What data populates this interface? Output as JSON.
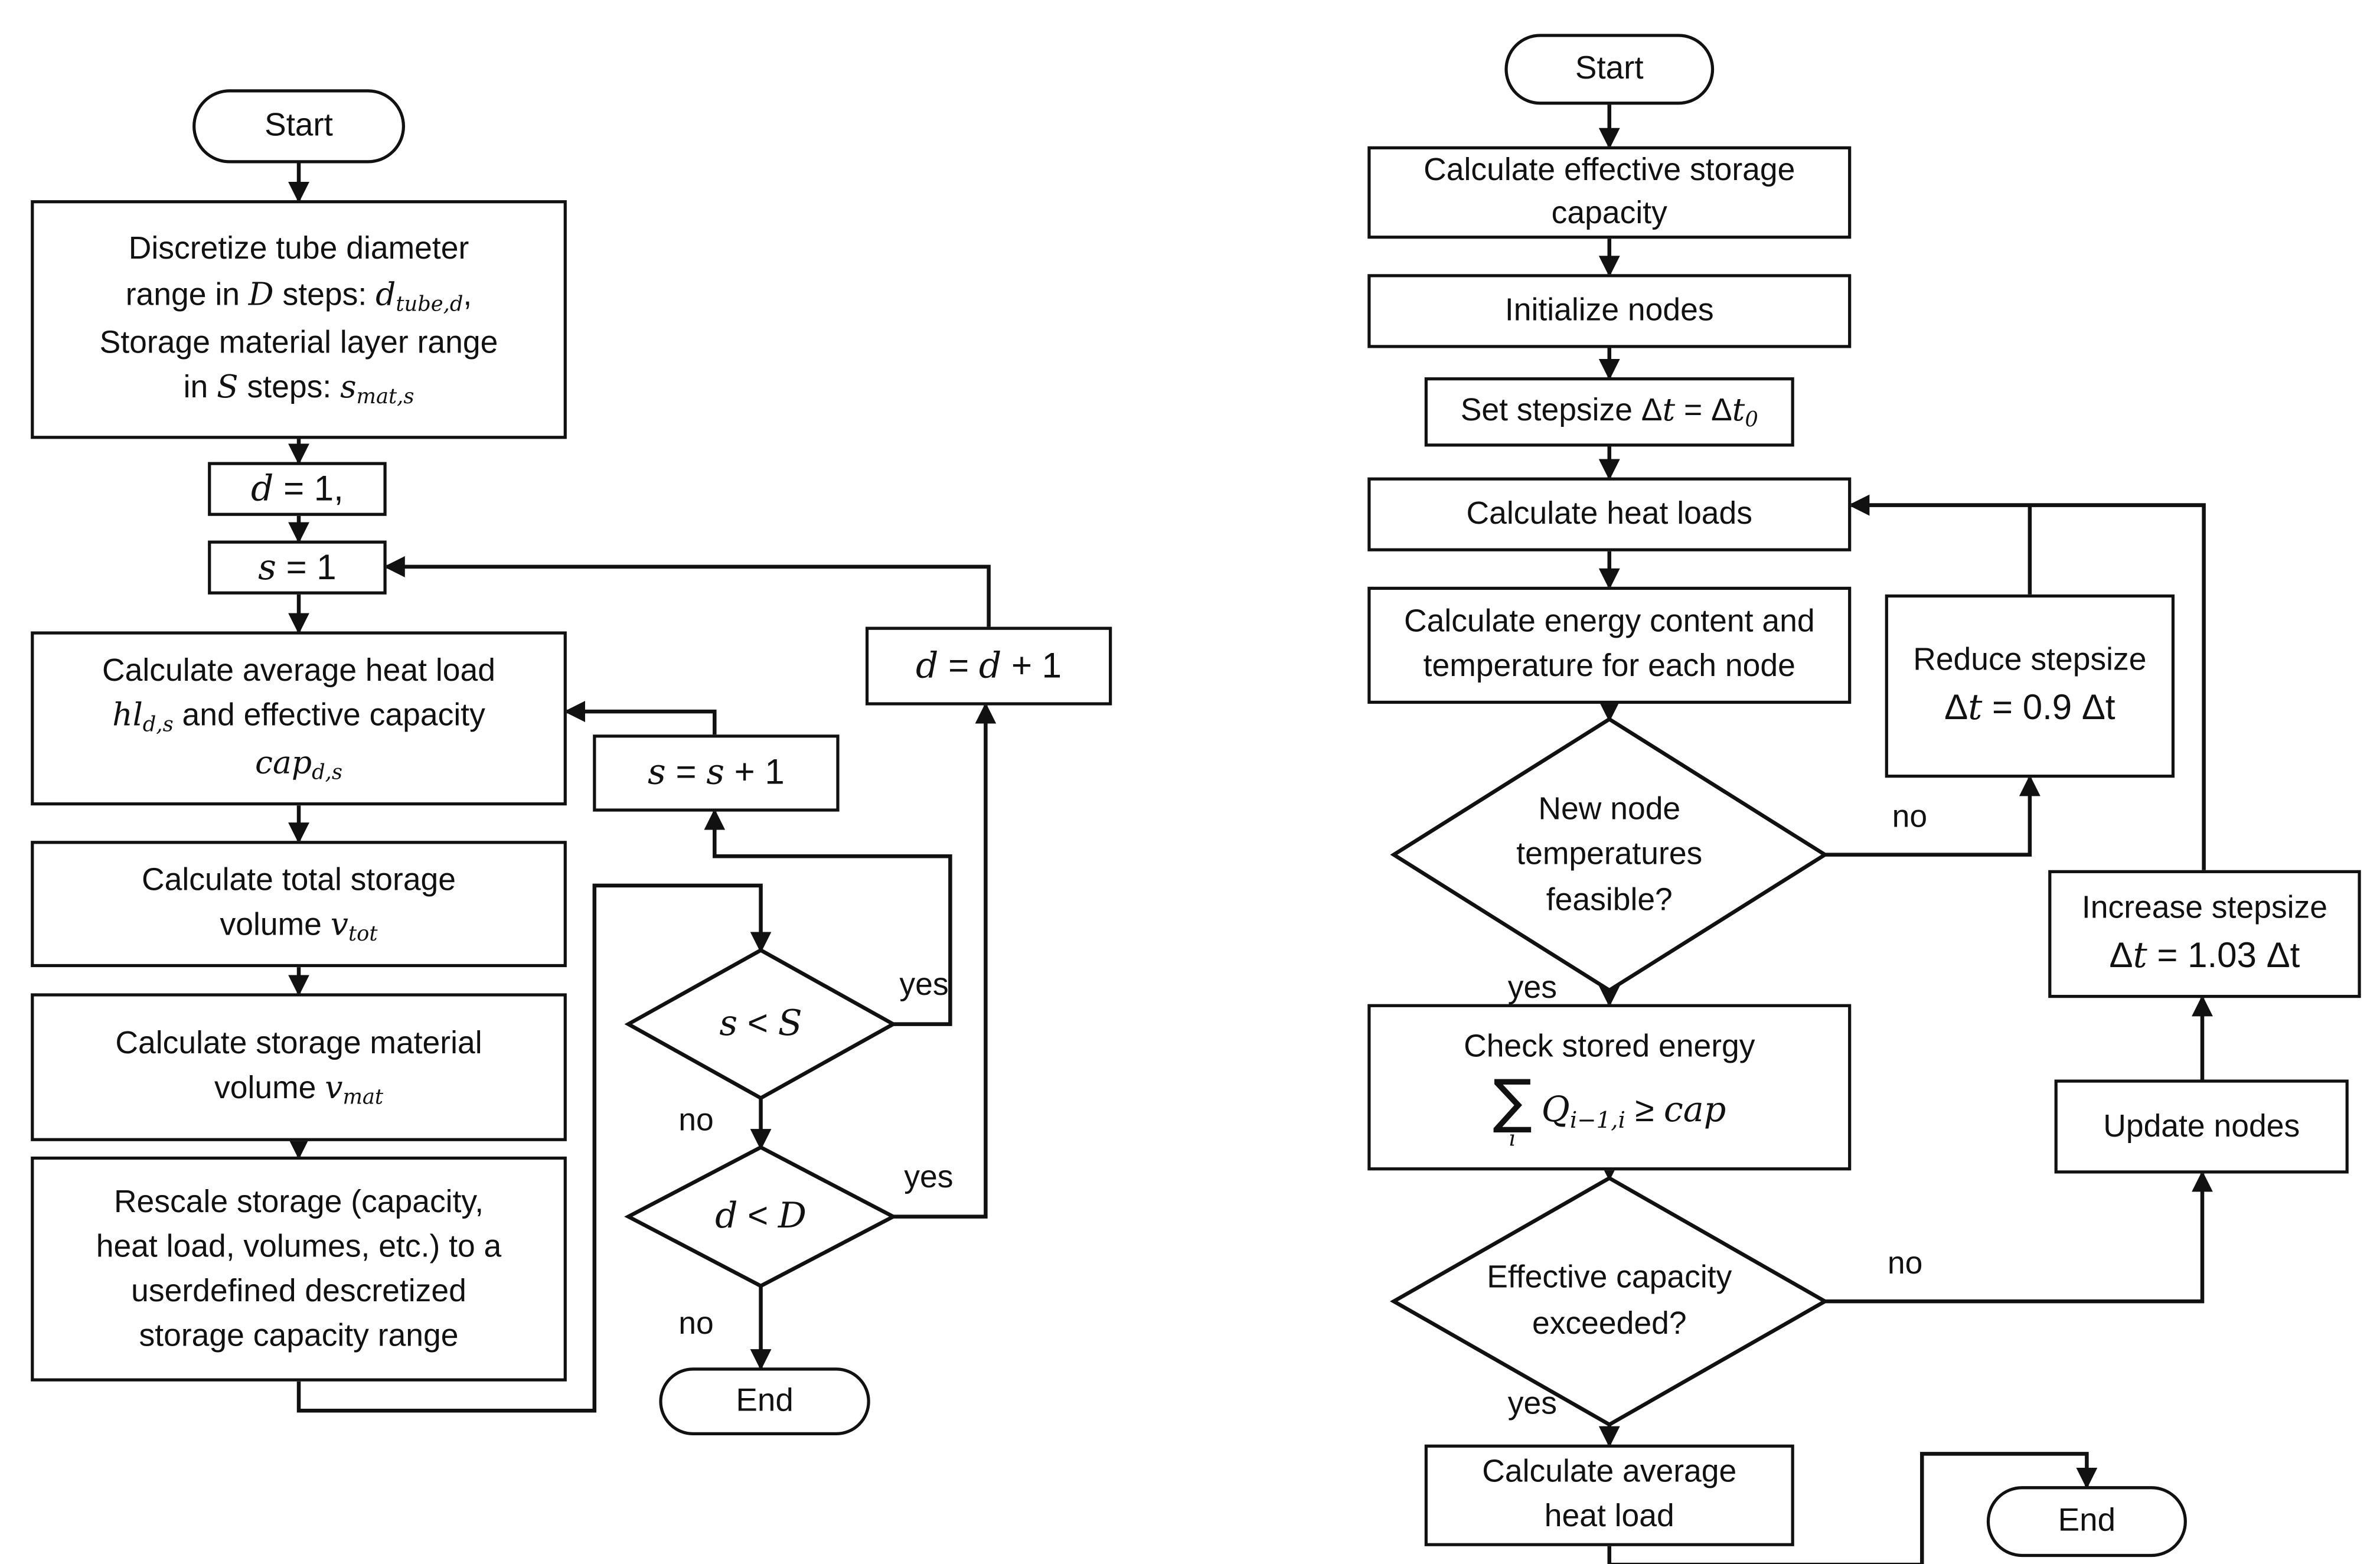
{
  "left": {
    "start": "Start",
    "end": "End",
    "box_discretize": {
      "lines": [
        [
          {
            "t": "Discretize tube diameter"
          }
        ],
        [
          {
            "t": "range in "
          },
          {
            "t": "D",
            "s": "i"
          },
          {
            "t": " steps: "
          },
          {
            "t": "d",
            "s": "i"
          },
          {
            "t": "tube,d",
            "s": "sub"
          },
          {
            "t": ","
          }
        ],
        [
          {
            "t": "Storage material layer range"
          }
        ],
        [
          {
            "t": "in "
          },
          {
            "t": "S",
            "s": "i"
          },
          {
            "t": " steps: "
          },
          {
            "t": "s",
            "s": "i"
          },
          {
            "t": "mat,s",
            "s": "sub"
          }
        ]
      ]
    },
    "box_d_init": [
      [
        {
          "t": "d",
          "s": "i"
        },
        {
          "t": " = 1,"
        }
      ]
    ],
    "box_s_init": [
      [
        {
          "t": "s",
          "s": "i"
        },
        {
          "t": " = 1"
        }
      ]
    ],
    "box_calc_avg": {
      "lines": [
        [
          {
            "t": "Calculate average heat load"
          }
        ],
        [
          {
            "t": "hl",
            "s": "i"
          },
          {
            "t": "d,s",
            "s": "sub"
          },
          {
            "t": " and effective capacity"
          }
        ],
        [
          {
            "t": "cap",
            "s": "i"
          },
          {
            "t": "d,s",
            "s": "sub"
          }
        ]
      ]
    },
    "box_calc_tot": {
      "lines": [
        [
          {
            "t": "Calculate total storage"
          }
        ],
        [
          {
            "t": "volume "
          },
          {
            "t": "v",
            "s": "i"
          },
          {
            "t": "tot",
            "s": "sub"
          }
        ]
      ]
    },
    "box_calc_mat": {
      "lines": [
        [
          {
            "t": "Calculate storage material"
          }
        ],
        [
          {
            "t": "volume "
          },
          {
            "t": "v",
            "s": "i"
          },
          {
            "t": "mat",
            "s": "sub"
          }
        ]
      ]
    },
    "box_rescale": {
      "lines": [
        [
          {
            "t": "Rescale storage (capacity,"
          }
        ],
        [
          {
            "t": "heat load, volumes, etc.) to a"
          }
        ],
        [
          {
            "t": "userdefined descretized"
          }
        ],
        [
          {
            "t": "storage  capacity range"
          }
        ]
      ]
    },
    "box_s_plus": [
      [
        {
          "t": "s",
          "s": "i"
        },
        {
          "t": " = "
        },
        {
          "t": "s",
          "s": "i"
        },
        {
          "t": " + 1"
        }
      ]
    ],
    "box_d_plus": [
      [
        {
          "t": "d",
          "s": "i"
        },
        {
          "t": " = "
        },
        {
          "t": "d",
          "s": "i"
        },
        {
          "t": " + 1"
        }
      ]
    ],
    "dec_s": [
      [
        {
          "t": "s",
          "s": "i"
        },
        {
          "t": " < "
        },
        {
          "t": "S",
          "s": "i"
        }
      ]
    ],
    "dec_d": [
      [
        {
          "t": "d",
          "s": "i"
        },
        {
          "t": " < "
        },
        {
          "t": "D",
          "s": "i"
        }
      ]
    ],
    "labels": {
      "s_yes": "yes",
      "s_no": "no",
      "d_yes": "yes",
      "d_no": "no"
    }
  },
  "right": {
    "start": "Start",
    "end": "End",
    "box_capacity": {
      "lines": [
        [
          {
            "t": "Calculate effective storage"
          }
        ],
        [
          {
            "t": "capacity"
          }
        ]
      ]
    },
    "box_init": {
      "lines": [
        [
          {
            "t": "Initialize nodes"
          }
        ]
      ]
    },
    "box_stepsize": {
      "lines": [
        [
          {
            "t": "Set stepsize Δ"
          },
          {
            "t": "t",
            "s": "i"
          },
          {
            "t": " = Δ"
          },
          {
            "t": "t",
            "s": "i"
          },
          {
            "t": "0",
            "s": "sub"
          }
        ]
      ]
    },
    "box_heat": {
      "lines": [
        [
          {
            "t": "Calculate heat loads"
          }
        ]
      ]
    },
    "box_energy": {
      "lines": [
        [
          {
            "t": "Calculate energy content and"
          }
        ],
        [
          {
            "t": "temperature for each node"
          }
        ]
      ]
    },
    "dec_feasible": {
      "lines": [
        [
          {
            "t": "New node"
          }
        ],
        [
          {
            "t": "temperatures"
          }
        ],
        [
          {
            "t": "feasible?"
          }
        ]
      ]
    },
    "box_reduce": {
      "lines": [
        [
          {
            "t": "Reduce stepsize"
          }
        ],
        [
          {
            "t": "Δ"
          },
          {
            "t": "t",
            "s": "i"
          },
          {
            "t": " = 0.9 Δt"
          }
        ]
      ]
    },
    "box_check": {
      "title": [
        [
          {
            "t": "Check stored energy"
          }
        ]
      ],
      "sigma": "∑",
      "sigma_under": "i",
      "rest": [
        {
          "t": "Q",
          "s": "i"
        },
        {
          "t": "i−1,i",
          "s": "sub"
        },
        {
          "t": " ≥ "
        },
        {
          "t": "cap",
          "s": "i"
        }
      ]
    },
    "dec_exceeded": {
      "lines": [
        [
          {
            "t": "Effective capacity"
          }
        ],
        [
          {
            "t": "exceeded?"
          }
        ]
      ]
    },
    "box_update": {
      "lines": [
        [
          {
            "t": "Update nodes"
          }
        ]
      ]
    },
    "box_increase": {
      "lines": [
        [
          {
            "t": "Increase stepsize"
          }
        ],
        [
          {
            "t": "Δ"
          },
          {
            "t": "t",
            "s": "i"
          },
          {
            "t": " = 1.03 Δt"
          }
        ]
      ]
    },
    "box_avg": {
      "lines": [
        [
          {
            "t": "Calculate average"
          }
        ],
        [
          {
            "t": "heat load"
          }
        ]
      ]
    },
    "labels": {
      "feasible_no": "no",
      "feasible_yes": "yes",
      "exceeded_no": "no",
      "exceeded_yes": "yes"
    }
  }
}
